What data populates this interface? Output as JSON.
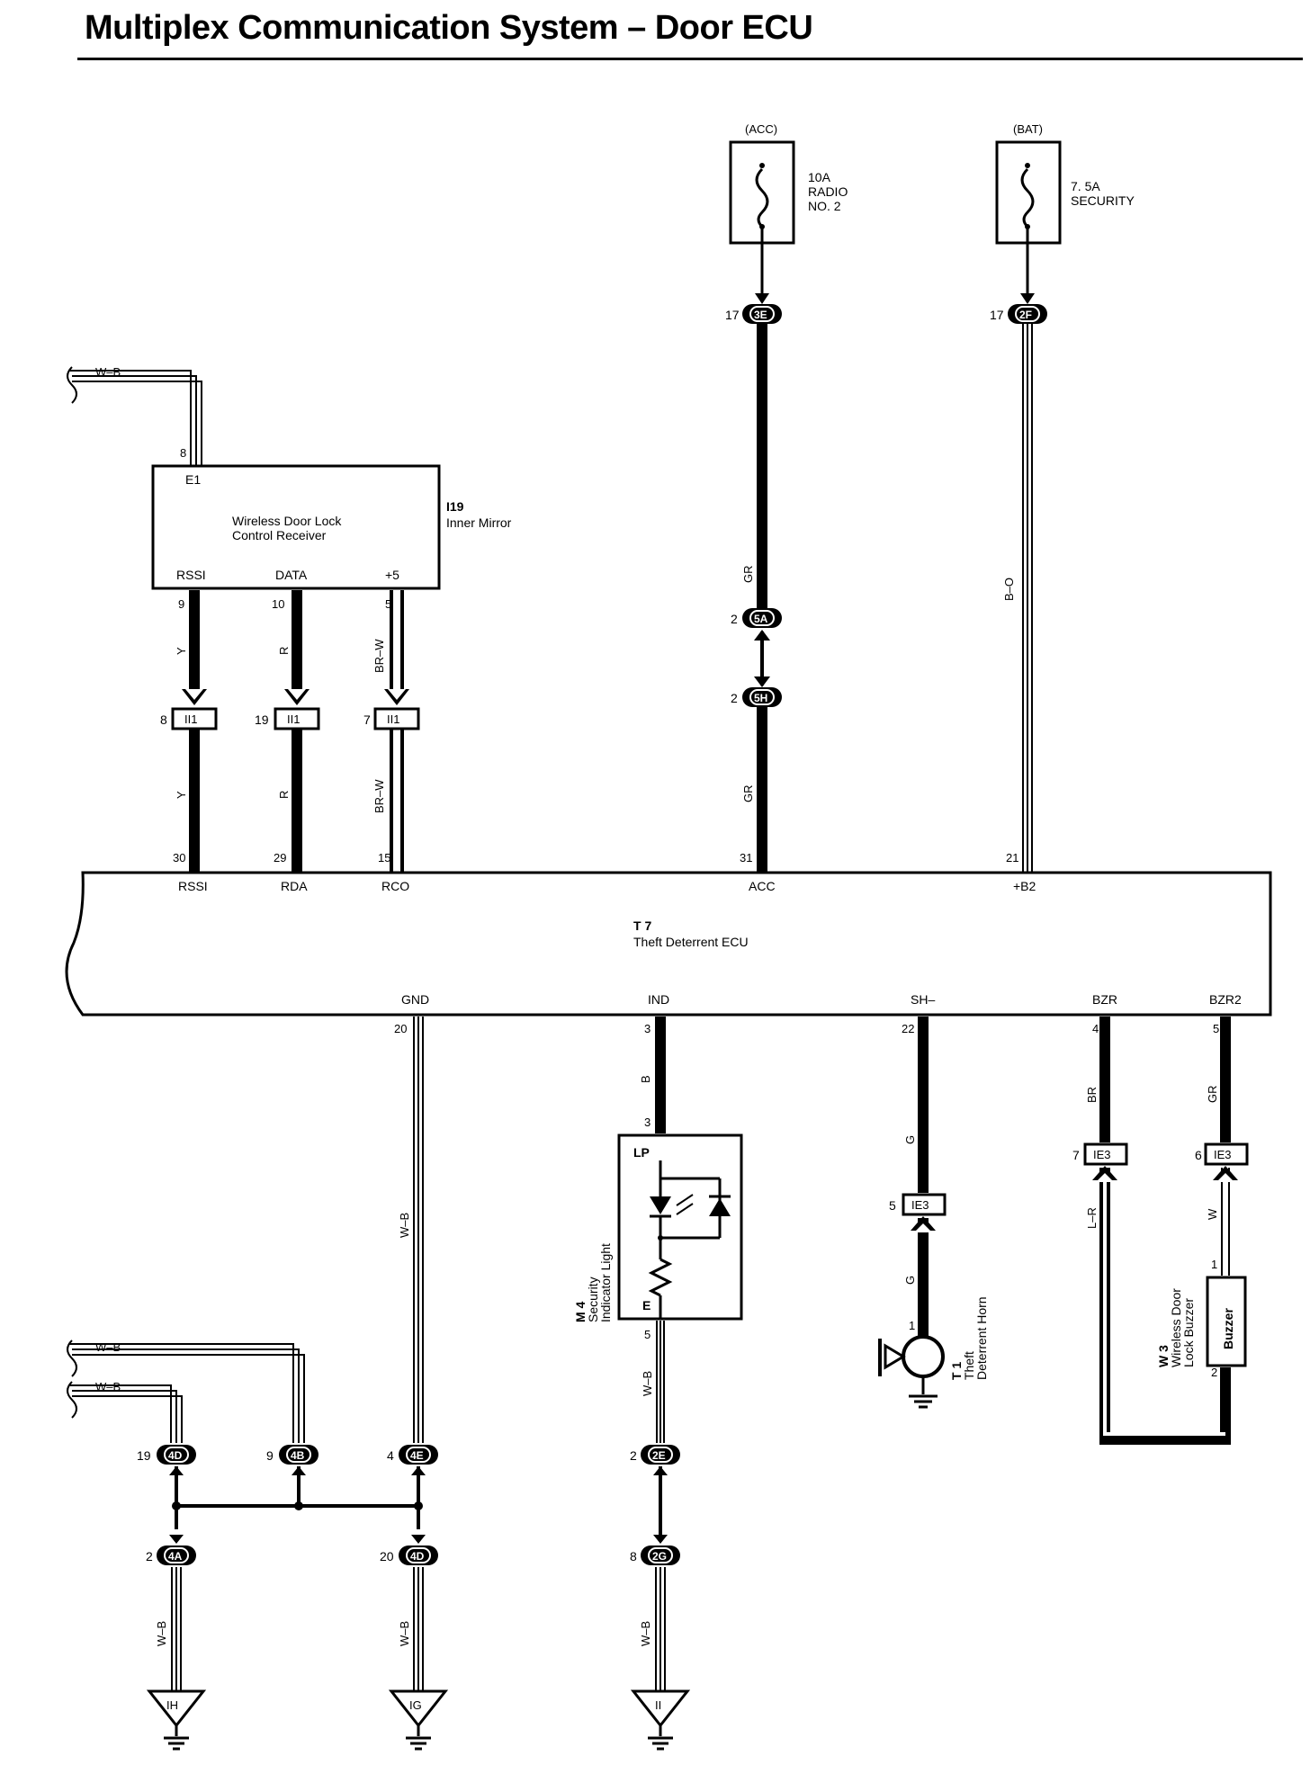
{
  "title": "Multiplex Communication System – Door ECU",
  "fuses": {
    "acc": {
      "source": "(ACC)",
      "rating": "10A",
      "name1": "RADIO",
      "name2": "NO. 2"
    },
    "bat": {
      "source": "(BAT)",
      "rating": "7. 5A",
      "name1": "SECURITY"
    }
  },
  "receiver": {
    "code": "I19",
    "location": "Inner Mirror",
    "name1": "Wireless Door Lock",
    "name2": "Control Receiver",
    "terminals": {
      "e1": "E1",
      "rssi": "RSSI",
      "data": "DATA",
      "p5": "+5"
    },
    "pins": {
      "e1": "8",
      "rssi": "9",
      "data": "10",
      "p5": "5"
    }
  },
  "ecu": {
    "code": "T 7",
    "name": "Theft Deterrent ECU",
    "top_terminals": {
      "rssi": "RSSI",
      "rda": "RDA",
      "rco": "RCO",
      "acc": "ACC",
      "b2": "+B2"
    },
    "top_pins": {
      "rssi": "30",
      "rda": "29",
      "rco": "15",
      "acc": "31",
      "b2": "21"
    },
    "bottom_terminals": {
      "gnd": "GND",
      "ind": "IND",
      "sh": "SH–",
      "bzr": "BZR",
      "bzr2": "BZR2"
    },
    "bottom_pins": {
      "gnd": "20",
      "ind": "3",
      "sh": "22",
      "bzr": "4",
      "bzr2": "5"
    }
  },
  "security_light": {
    "code": "M 4",
    "name1": "Security",
    "name2": "Indicator Light",
    "lp": "LP",
    "e": "E",
    "pin_in": "3",
    "pin_out": "5"
  },
  "horn": {
    "code": "T 1",
    "name1": "Theft",
    "name2": "Deterrent Horn",
    "pin": "1"
  },
  "buzzer": {
    "code": "W 3",
    "name1": "Wireless Door",
    "name2": "Lock Buzzer",
    "label": "Buzzer",
    "pin1": "1",
    "pin2": "2"
  },
  "connectors": {
    "c3E": "3E",
    "c2F": "2F",
    "c5A": "5A",
    "c5H": "5H",
    "ii1": "II1",
    "ie3": "IE3",
    "c4D": "4D",
    "c4B": "4B",
    "c4E": "4E",
    "c4A": "4A",
    "c2E": "2E",
    "c2G": "2G"
  },
  "connector_pins": {
    "c3E": "17",
    "c2F": "17",
    "c5A": "2",
    "c5H": "2",
    "ii1_y": "8",
    "ii1_r": "19",
    "ii1_brw": "7",
    "ie3_horn": "5",
    "ie3_bzr": "7",
    "ie3_bzr2": "6",
    "c4D_top": "19",
    "c4B": "9",
    "c4E": "4",
    "c4A": "2",
    "c4D_bot": "20",
    "c2E": "2",
    "c2G": "8"
  },
  "wires": {
    "wb": "W–B",
    "y": "Y",
    "r": "R",
    "brw": "BR–W",
    "gr": "GR",
    "bo": "B–O",
    "b": "B",
    "g": "G",
    "br": "BR",
    "lr": "L–R",
    "w": "W"
  },
  "grounds": {
    "ih": "IH",
    "ig": "IG",
    "ii": "II"
  }
}
